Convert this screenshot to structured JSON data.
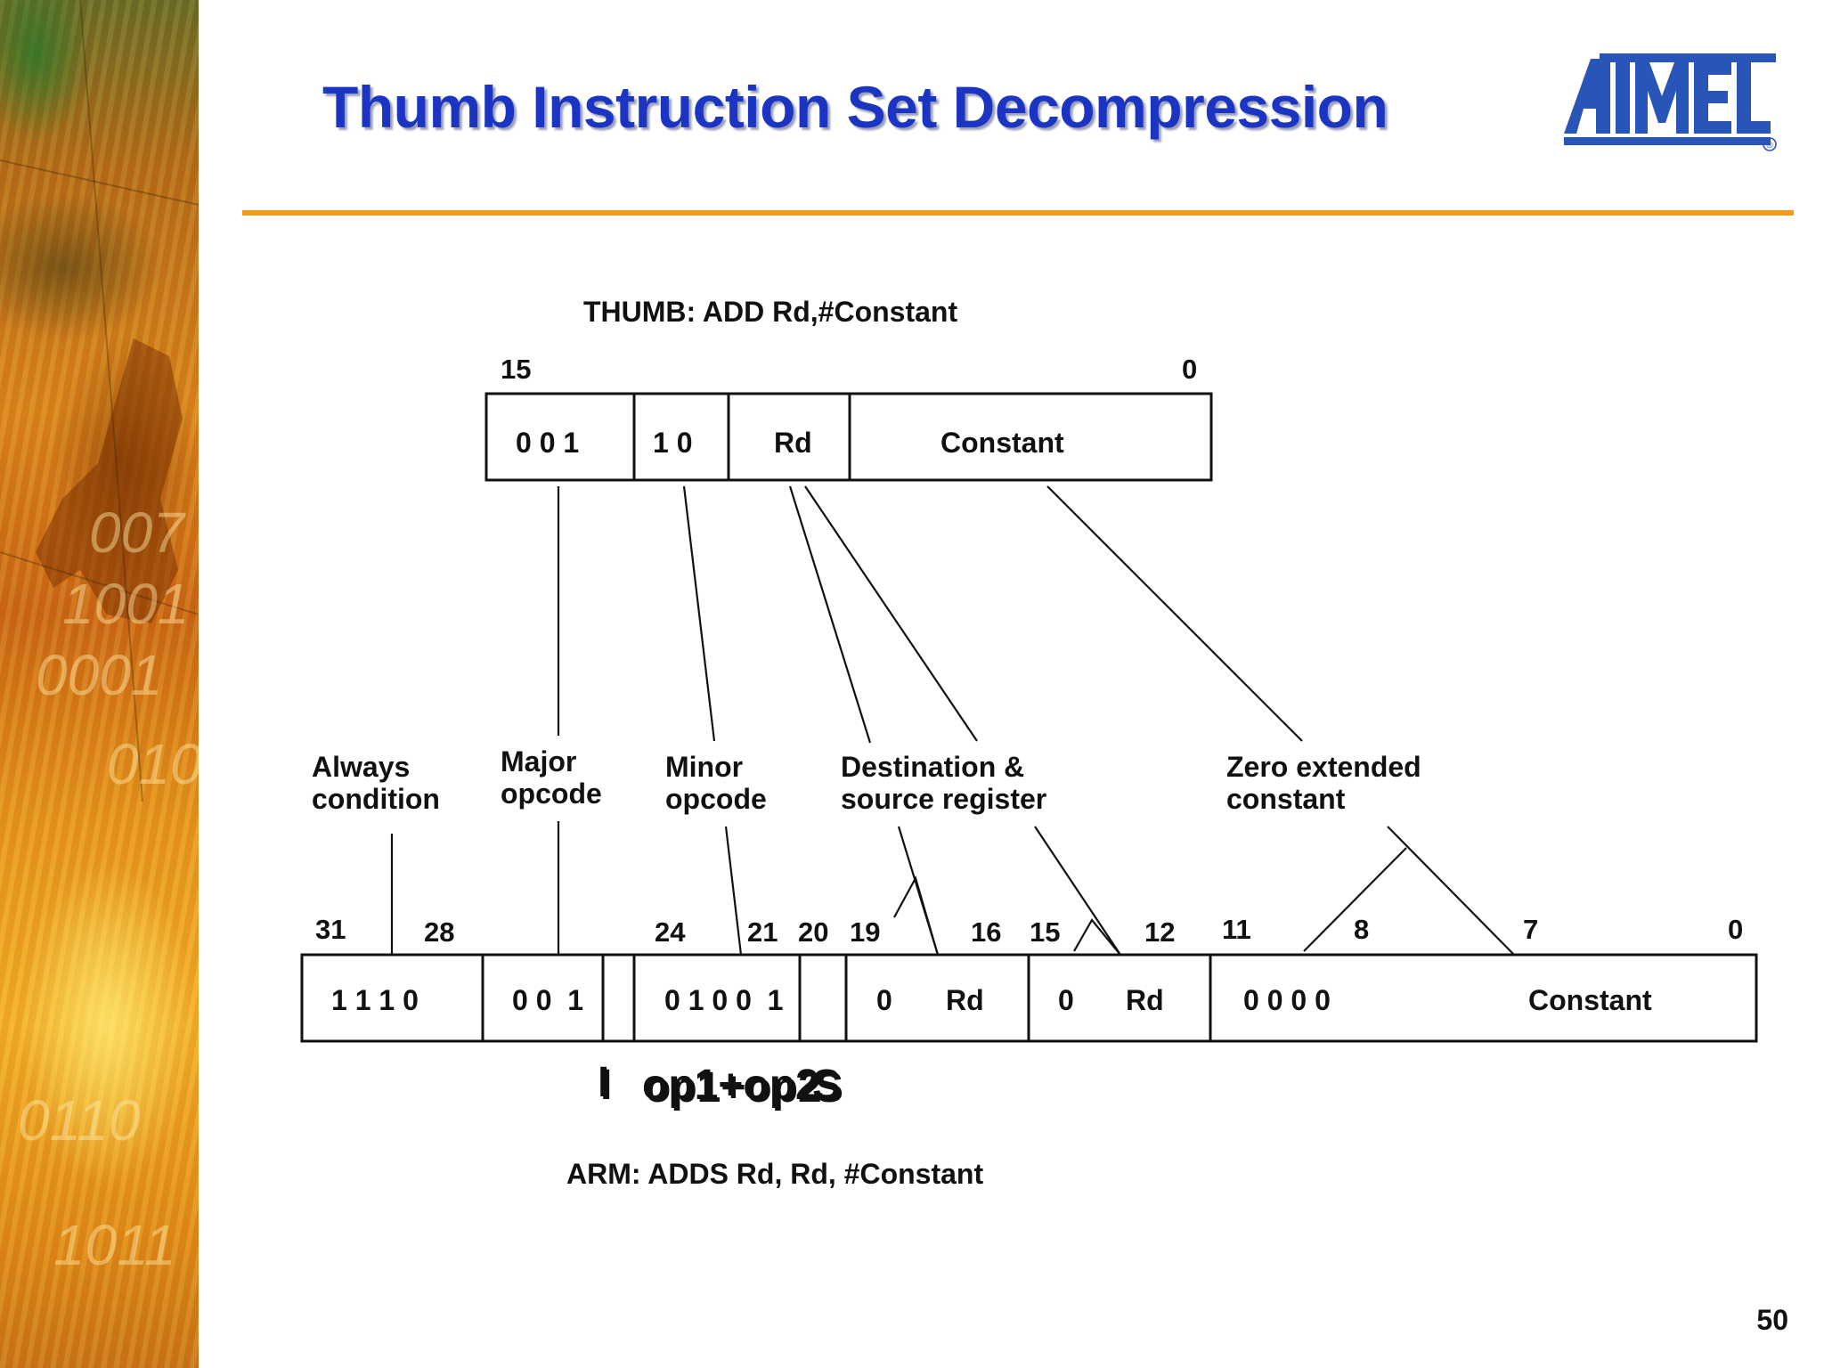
{
  "title": "Thumb Instruction Set Decompression",
  "logo": {
    "text": "ATMEL",
    "registered": "®"
  },
  "colors": {
    "title": "#1b35c2",
    "title_shadow": "#9aa0b8",
    "logo": "#2a55b8",
    "rule": "#f39a1b",
    "text": "#111111"
  },
  "page_number": "50",
  "thumb": {
    "caption": "THUMB: ADD Rd,#Constant",
    "bit_high": "15",
    "bit_low": "0",
    "fields": [
      "0 0 1",
      "1 0",
      "Rd",
      "Constant"
    ]
  },
  "labels": {
    "always": [
      "Always",
      "condition"
    ],
    "major": [
      "Major",
      "opcode"
    ],
    "minor": [
      "Minor",
      "opcode"
    ],
    "dest": [
      "Destination &",
      "source register"
    ],
    "zero": [
      "Zero extended",
      "constant"
    ]
  },
  "arm": {
    "caption": "ARM: ADDS Rd, Rd, #Constant",
    "bits": [
      "31",
      "28",
      "24",
      "21",
      "20",
      "19",
      "16",
      "15",
      "12",
      "11",
      "8",
      "7",
      "0"
    ],
    "fields": [
      "1 1 1 0",
      "0 0  1",
      "0 1 0 0  1",
      "0",
      "Rd",
      "0",
      "Rd",
      "0 0 0 0",
      "Constant"
    ],
    "under_labels": {
      "i": "I",
      "op": "op1+op2",
      "s": "S"
    }
  }
}
